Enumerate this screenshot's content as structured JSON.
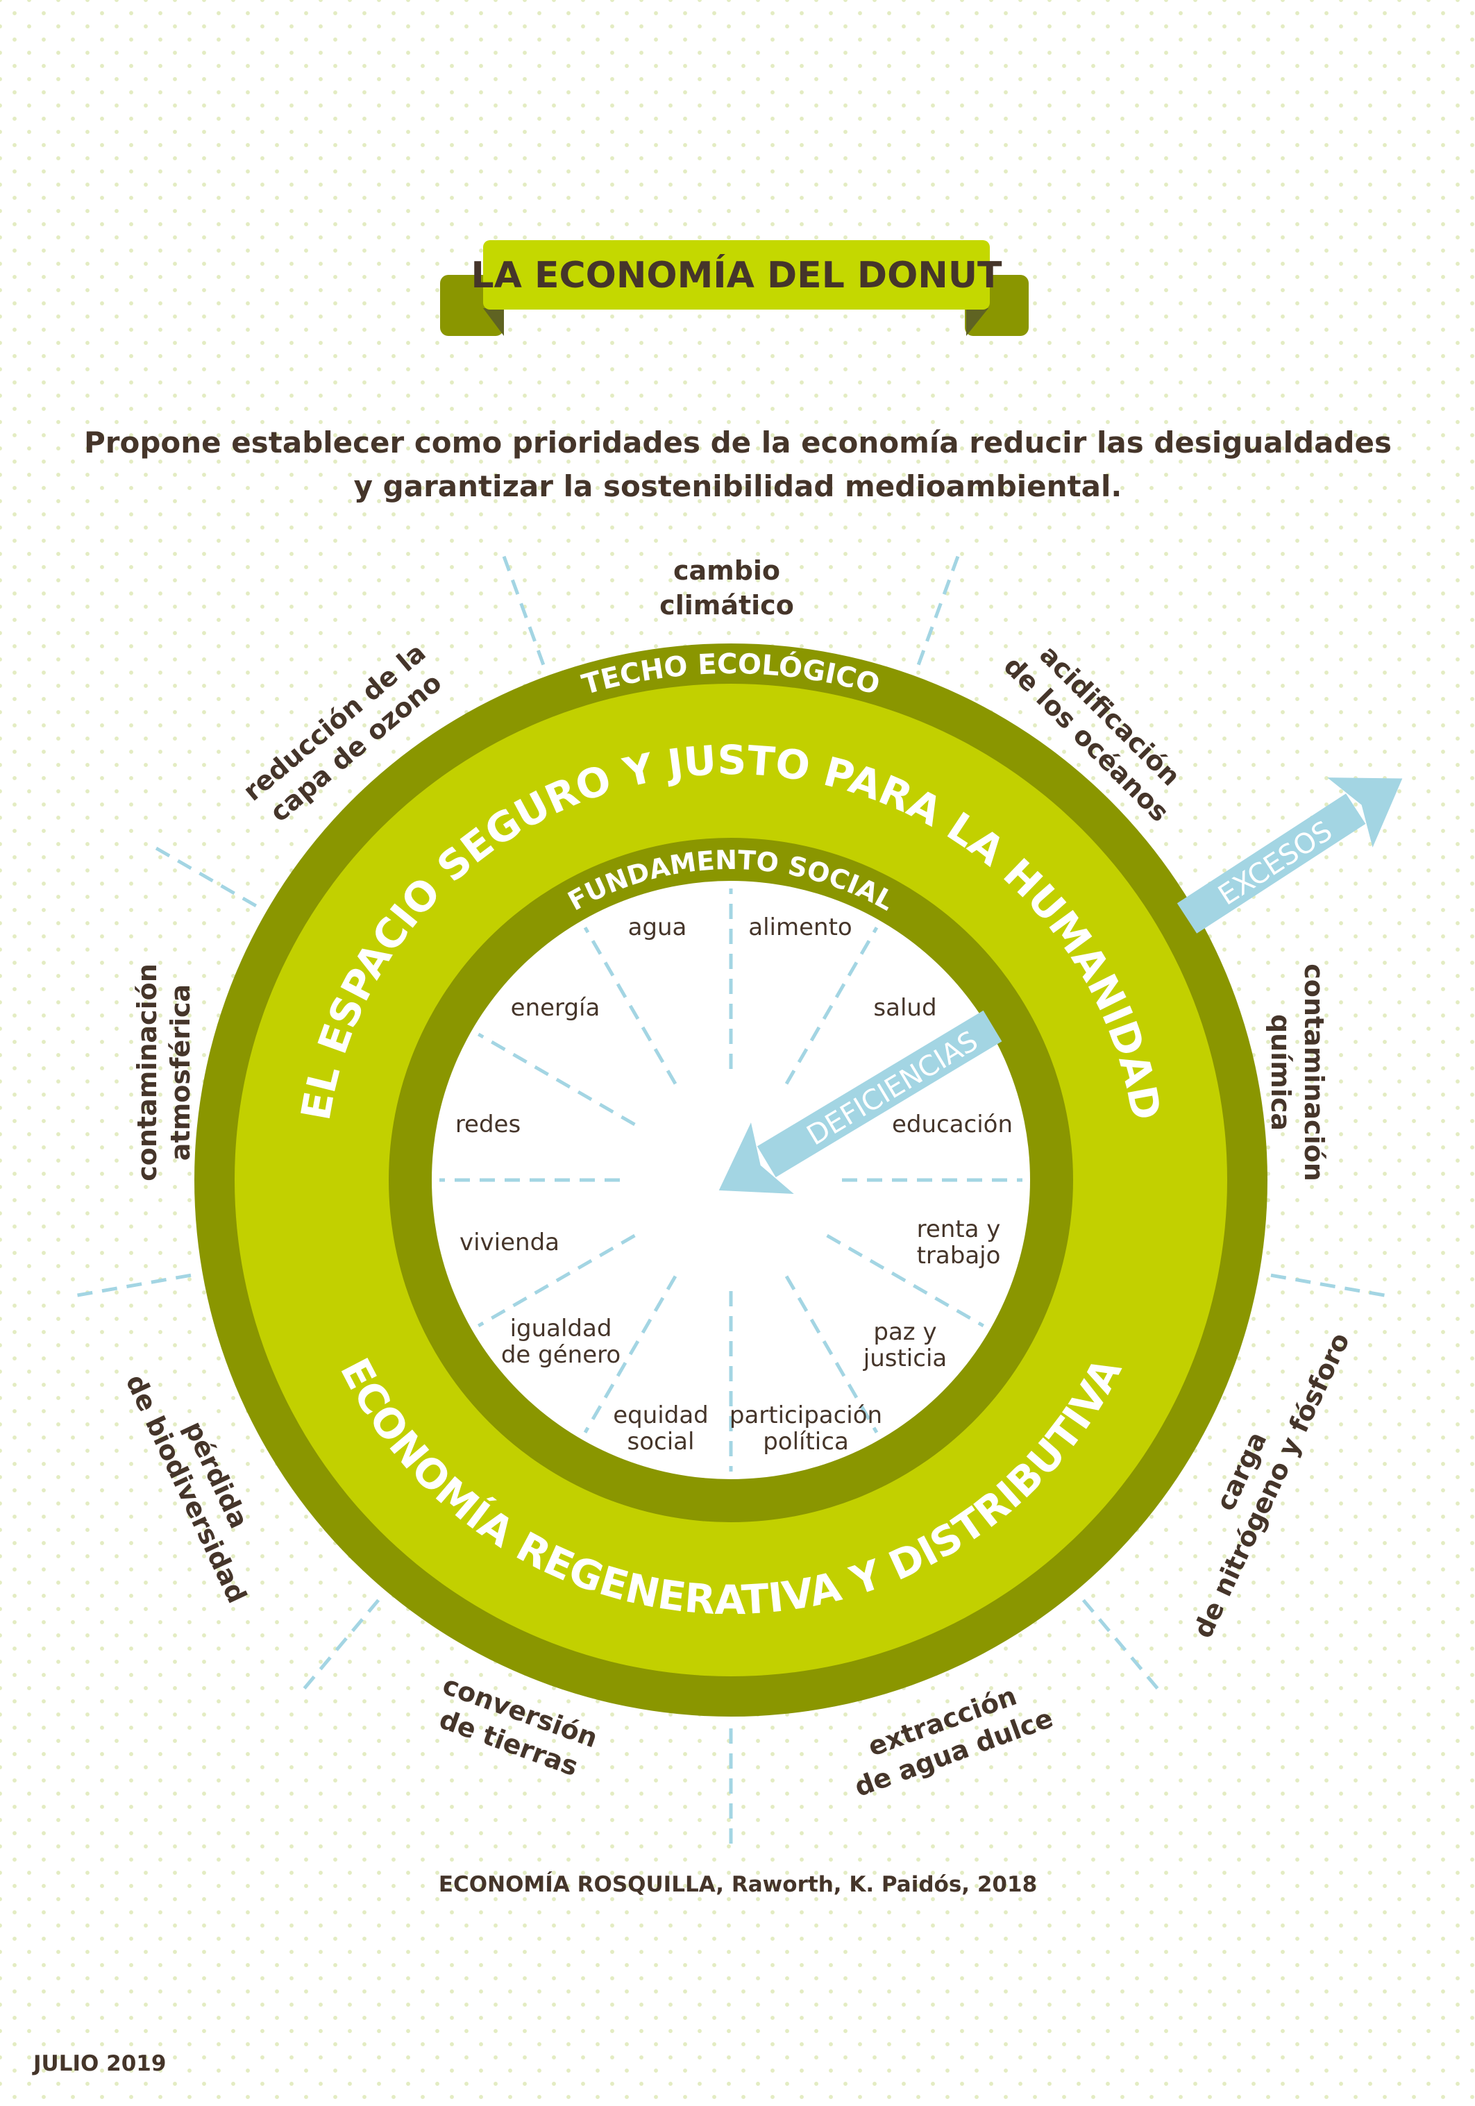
{
  "title": "LA ECONOMÍA DEL DONUT",
  "subtitle": [
    "Propone establecer como prioridades de la economía reducir las desigualdades",
    "y garantizar la sostenibilidad medioambiental."
  ],
  "rings": {
    "outer": "TECHO ECOLÓGICO",
    "middle_top": "EL ESPACIO SEGURO Y JUSTO PARA LA HUMANIDAD",
    "middle_bottom": "ECONOMÍA REGENERATIVA Y DISTRIBUTIVA",
    "inner": "FUNDAMENTO SOCIAL"
  },
  "arrows": {
    "out": "EXCESOS",
    "in": "DEFICIENCIAS"
  },
  "ecological": {
    "climate": [
      "cambio",
      "climático"
    ],
    "ocean": [
      "acidificación",
      "de los océanos"
    ],
    "chemical": [
      "contaminación",
      "química"
    ],
    "nitrogen": [
      "carga",
      "de nitrógeno y fósforo"
    ],
    "water": [
      "extracción",
      "de agua dulce"
    ],
    "land": [
      "conversión",
      "de tierras"
    ],
    "biodiversity": [
      "pérdida",
      "de biodiversidad"
    ],
    "air": [
      "contaminación",
      "atmosférica"
    ],
    "ozone": [
      "reducción de la",
      "capa de ozono"
    ]
  },
  "social": {
    "agua": "agua",
    "alimento": "alimento",
    "energia": "energía",
    "salud": "salud",
    "redes": "redes",
    "educacion": "educación",
    "vivienda": "vivienda",
    "renta": [
      "renta y",
      "trabajo"
    ],
    "igualdad": [
      "igualdad",
      "de género"
    ],
    "paz": [
      "paz y",
      "justicia"
    ],
    "equidad": [
      "equidad",
      "social"
    ],
    "participacion": [
      "participación",
      "política"
    ]
  },
  "source": "ECONOMÍA ROSQUILLA, Raworth, K. Paidós, 2018",
  "date": "JULIO 2019",
  "colors": {
    "dark_green": "#8a9600",
    "light_green": "#c2d300",
    "text": "#45352a",
    "arrow": "#a3d5e3"
  }
}
